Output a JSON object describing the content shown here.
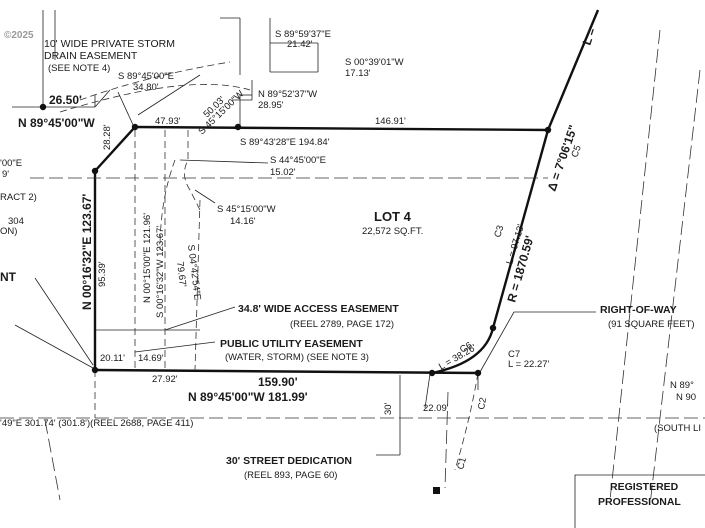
{
  "watermark": "©2025",
  "labels": {
    "drain_easement_1": "10' WIDE PRIVATE STORM",
    "drain_easement_2": "DRAIN EASEMENT",
    "drain_easement_note": "(SEE NOTE 4)",
    "brg_top_1": "S 89°59'37\"E",
    "dist_top_1": "21.42'",
    "brg_top_2": "S 00°39'01\"W",
    "dist_top_2": "17.13'",
    "brg_top_3": "N 89°52'37\"W",
    "dist_top_3": "28.95'",
    "brg_upper_left": "S 89°45'00\"E",
    "dist_upper_left": "34.80'",
    "dist_2650": "26.50'",
    "brg_left_main": "N 89°45'00\"W",
    "diag_dist": "50.03'",
    "diag_brg": "S 45°15'00\"W",
    "dist_4793": "47.93'",
    "dist_2828": "28.28'",
    "dist_14691": "146.91'",
    "brg_lot_top": "S 89°43'28\"E  194.84'",
    "brg_s4445": "S 44°45'00\"E",
    "dist_1502": "15.02'",
    "brg_s4515": "S 45°15'00\"W",
    "dist_1416": "14.16'",
    "frag_00e": "'00\"E",
    "frag_9": "9'",
    "frag_tract": "RACT 2)",
    "frag_304": "304",
    "frag_on": "ON)",
    "frag_nt": "NT",
    "lot_name": "LOT 4",
    "lot_area": "22,572 SQ.FT.",
    "brg_west_1": "N 00°16'32\"E  123.67'",
    "dist_9539": "95.39'",
    "brg_west_2": "N 00°15'00\"E  121.96'",
    "brg_west_3": "S 00°16'32\"W  123.67'",
    "brg_west_4": "S 04°42'54\"E",
    "dist_7967": "79.67'",
    "access_easement": "34.8' WIDE ACCESS EASEMENT",
    "access_reel": "(REEL 2789, PAGE 172)",
    "pue": "PUBLIC UTILITY EASEMENT",
    "pue_sub": "(WATER, STORM) (SEE NOTE 3)",
    "dist_2011": "20.11'",
    "dist_1469": "14.69'",
    "dist_2792": "27.92'",
    "dist_15990": "159.90'",
    "brg_bottom": "N 89°45'00\"W  181.99'",
    "curve_c5": "C5",
    "delta": "Δ = 7°06'15\"",
    "curve_l_top": "L =",
    "curve_c3": "C3",
    "curve_l_c3": "L = 97.13'",
    "radius": "R = 1870.59'",
    "curve_c6": "C6",
    "curve_l_c6": "L = 38.26'",
    "curve_c7": "C7",
    "curve_l_c7": "L = 22.27'",
    "curve_c2": "C2",
    "curve_c1": "C1",
    "dist_2209": "22.09'",
    "row_label": "RIGHT-OF-WAY",
    "row_area": "(91 SQUARE FEET)",
    "street_30": "30'",
    "street_dedication": "30' STREET DEDICATION",
    "street_reel": "(REEL 893, PAGE 60)",
    "bottom_left_brg": "'49\"E  301.74'  (301.8')(REEL 2688, PAGE 411)",
    "right_frag_1": "N 89°",
    "right_frag_2": "N 90",
    "right_frag_3": "(SOUTH LI",
    "registered": "REGISTERED",
    "professional": "PROFESSIONAL"
  }
}
